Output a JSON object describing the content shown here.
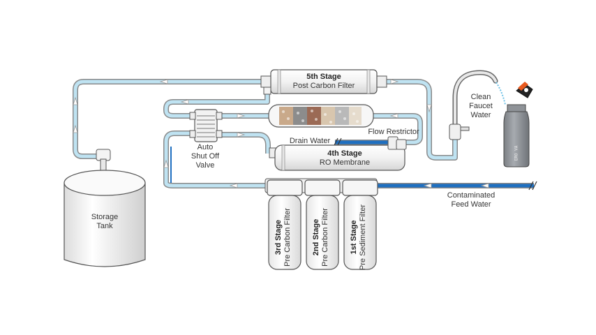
{
  "labels": {
    "storage_tank": "Storage\nTank",
    "auto_shut_off_valve": "Auto\nShut Off\nValve",
    "drain_water": "Drain Water",
    "flow_restrictor": "Flow Restrictor",
    "clean_faucet_water": "Clean\nFaucet\nWater",
    "contaminated_feed_water": "Contaminated\nFeed Water",
    "bottle_brand": "ERO VA"
  },
  "stages": {
    "fifth": {
      "title": "5th Stage",
      "subtitle": "Post Carbon Filter"
    },
    "fourth": {
      "title": "4th Stage",
      "subtitle": "RO Membrane"
    },
    "third": {
      "title": "3rd Stage",
      "subtitle": "Pre Carbon Filter"
    },
    "second": {
      "title": "2nd Stage",
      "subtitle": "Pre Carbon Filter"
    },
    "first": {
      "title": "1st Stage",
      "subtitle": "Pre Sediment Filter"
    }
  },
  "colors": {
    "clean_water_pipe": "#bfe3f2",
    "feed_water_pipe": "#1e6fc0",
    "pipe_outline": "#8a8a8a",
    "filter_body": "#f4f4f4",
    "outline": "#555555",
    "bottle": "#8f9398"
  }
}
